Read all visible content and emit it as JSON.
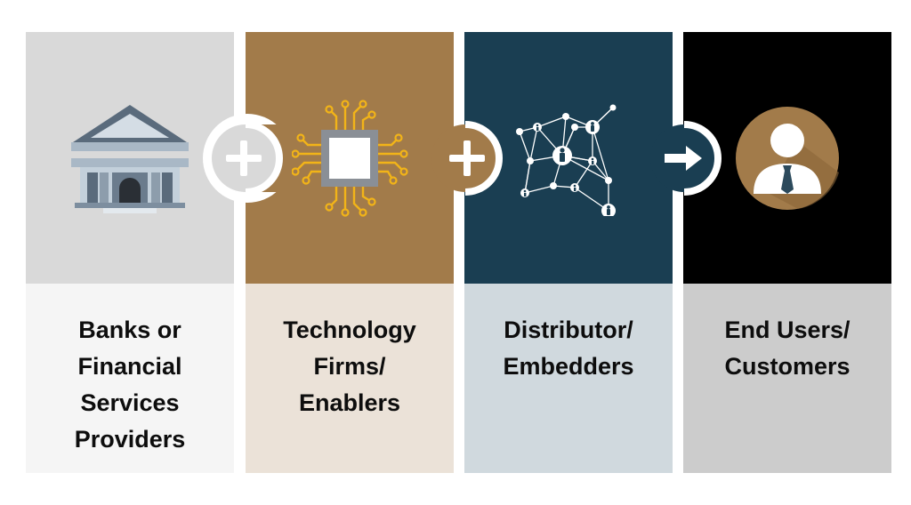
{
  "colors": {
    "panel_1_top": "#d9d9d9",
    "panel_1_bottom": "#f5f5f5",
    "panel_2_top": "#a27b4a",
    "panel_2_bottom": "#ebe2d8",
    "panel_3_top": "#1a3e52",
    "panel_3_bottom": "#d0d9de",
    "panel_4_top": "#000000",
    "panel_4_bottom": "#cccccc",
    "chip_gold": "#f2b418",
    "avatar_circle": "#a27b4a",
    "tie": "#2c4a5c"
  },
  "stages": [
    {
      "label": "Banks or\nFinancial\nServices\nProviders",
      "icon": "bank-icon"
    },
    {
      "label": "Technology\nFirms/\nEnablers",
      "icon": "chip-icon"
    },
    {
      "label": "Distributor/\nEmbedders",
      "icon": "network-icon"
    },
    {
      "label": "End Users/\nCustomers",
      "icon": "user-avatar-icon"
    }
  ],
  "connectors": [
    {
      "symbol": "plus-icon"
    },
    {
      "symbol": "plus-icon"
    },
    {
      "symbol": "arrow-right-icon"
    }
  ]
}
